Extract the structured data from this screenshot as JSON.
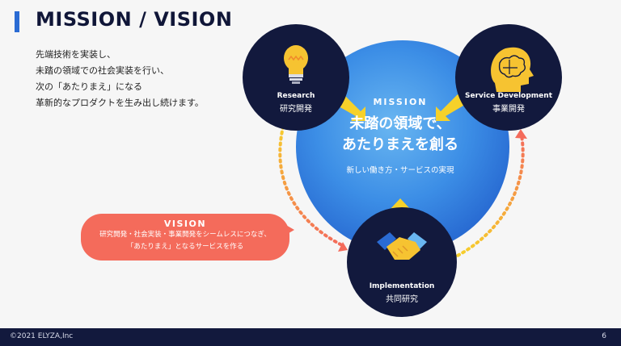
{
  "header": {
    "title": "MISSION / VISION"
  },
  "intro": {
    "lines": [
      "先端技術を実装し、",
      "未踏の領域での社会実装を行い、",
      "次の「あたりまえ」になる",
      "革新的なプロダクトを生み出し続けます。"
    ]
  },
  "mission": {
    "label": "MISSION",
    "main_line1": "未踏の領域で、",
    "main_line2": "あたりまえを創る",
    "sub": "新しい働き方・サービスの実現"
  },
  "nodes": {
    "research": {
      "en": "Research",
      "jp": "研究開発",
      "icon": "lightbulb-icon"
    },
    "service": {
      "en": "Service Development",
      "jp": "事業開発",
      "icon": "head-brain-icon"
    },
    "implementation": {
      "en": "Implementation",
      "jp": "共同研究",
      "icon": "handshake-icon"
    }
  },
  "vision": {
    "label": "VISION",
    "line1": "研究開発・社会実装・事業開発をシームレスにつなぎ、",
    "line2": "「あたりまえ」となるサービスを作る"
  },
  "footer": {
    "copyright": "©2021 ELYZA,Inc",
    "page": "6"
  },
  "colors": {
    "navy": "#12193d",
    "accent": "#2a6bd3",
    "vision": "#f46b5b",
    "arrow_yellow": "#f6d12a"
  }
}
